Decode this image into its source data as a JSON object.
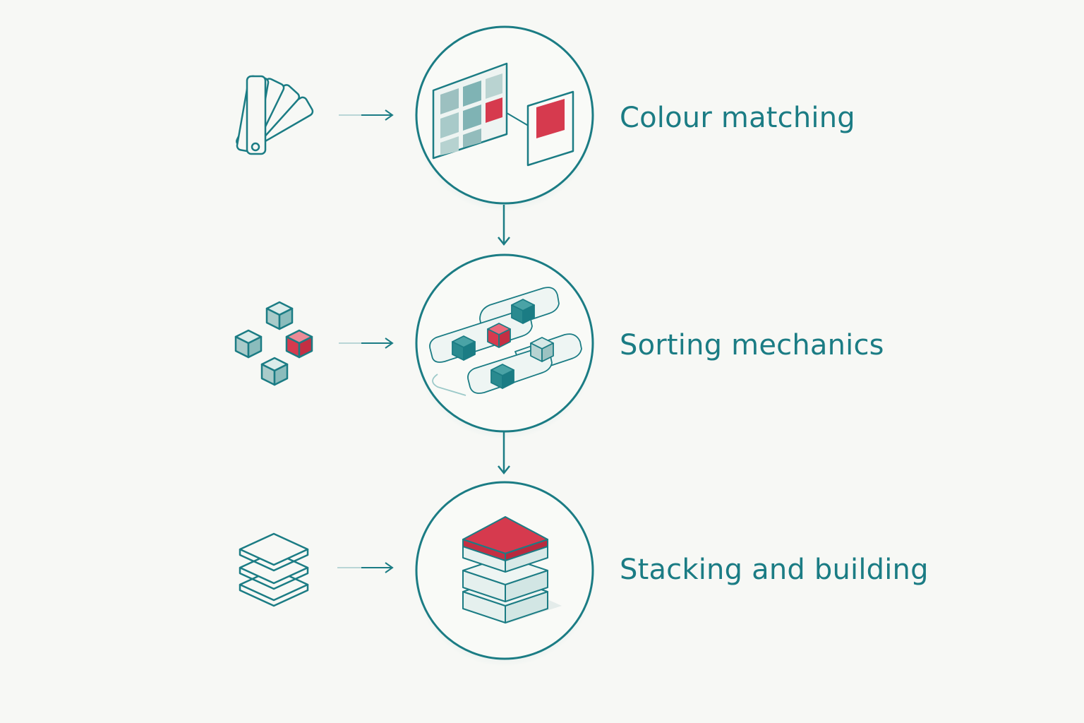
{
  "colors": {
    "teal": "#1b7c84",
    "teal_light": "#9cc9c9",
    "teal_pale": "#d7ebea",
    "red": "#d63a4e",
    "background": "#f7f8f5"
  },
  "steps": [
    {
      "label": "Colour matching",
      "side_icon": "colour-swatch-fan-icon",
      "circle_icon": "colour-grid-match-icon"
    },
    {
      "label": "Sorting mechanics",
      "side_icon": "scattered-cubes-icon",
      "circle_icon": "conveyor-sorting-icon"
    },
    {
      "label": "Stacking and building",
      "side_icon": "stacked-layers-icon",
      "circle_icon": "stacked-blocks-icon"
    }
  ]
}
